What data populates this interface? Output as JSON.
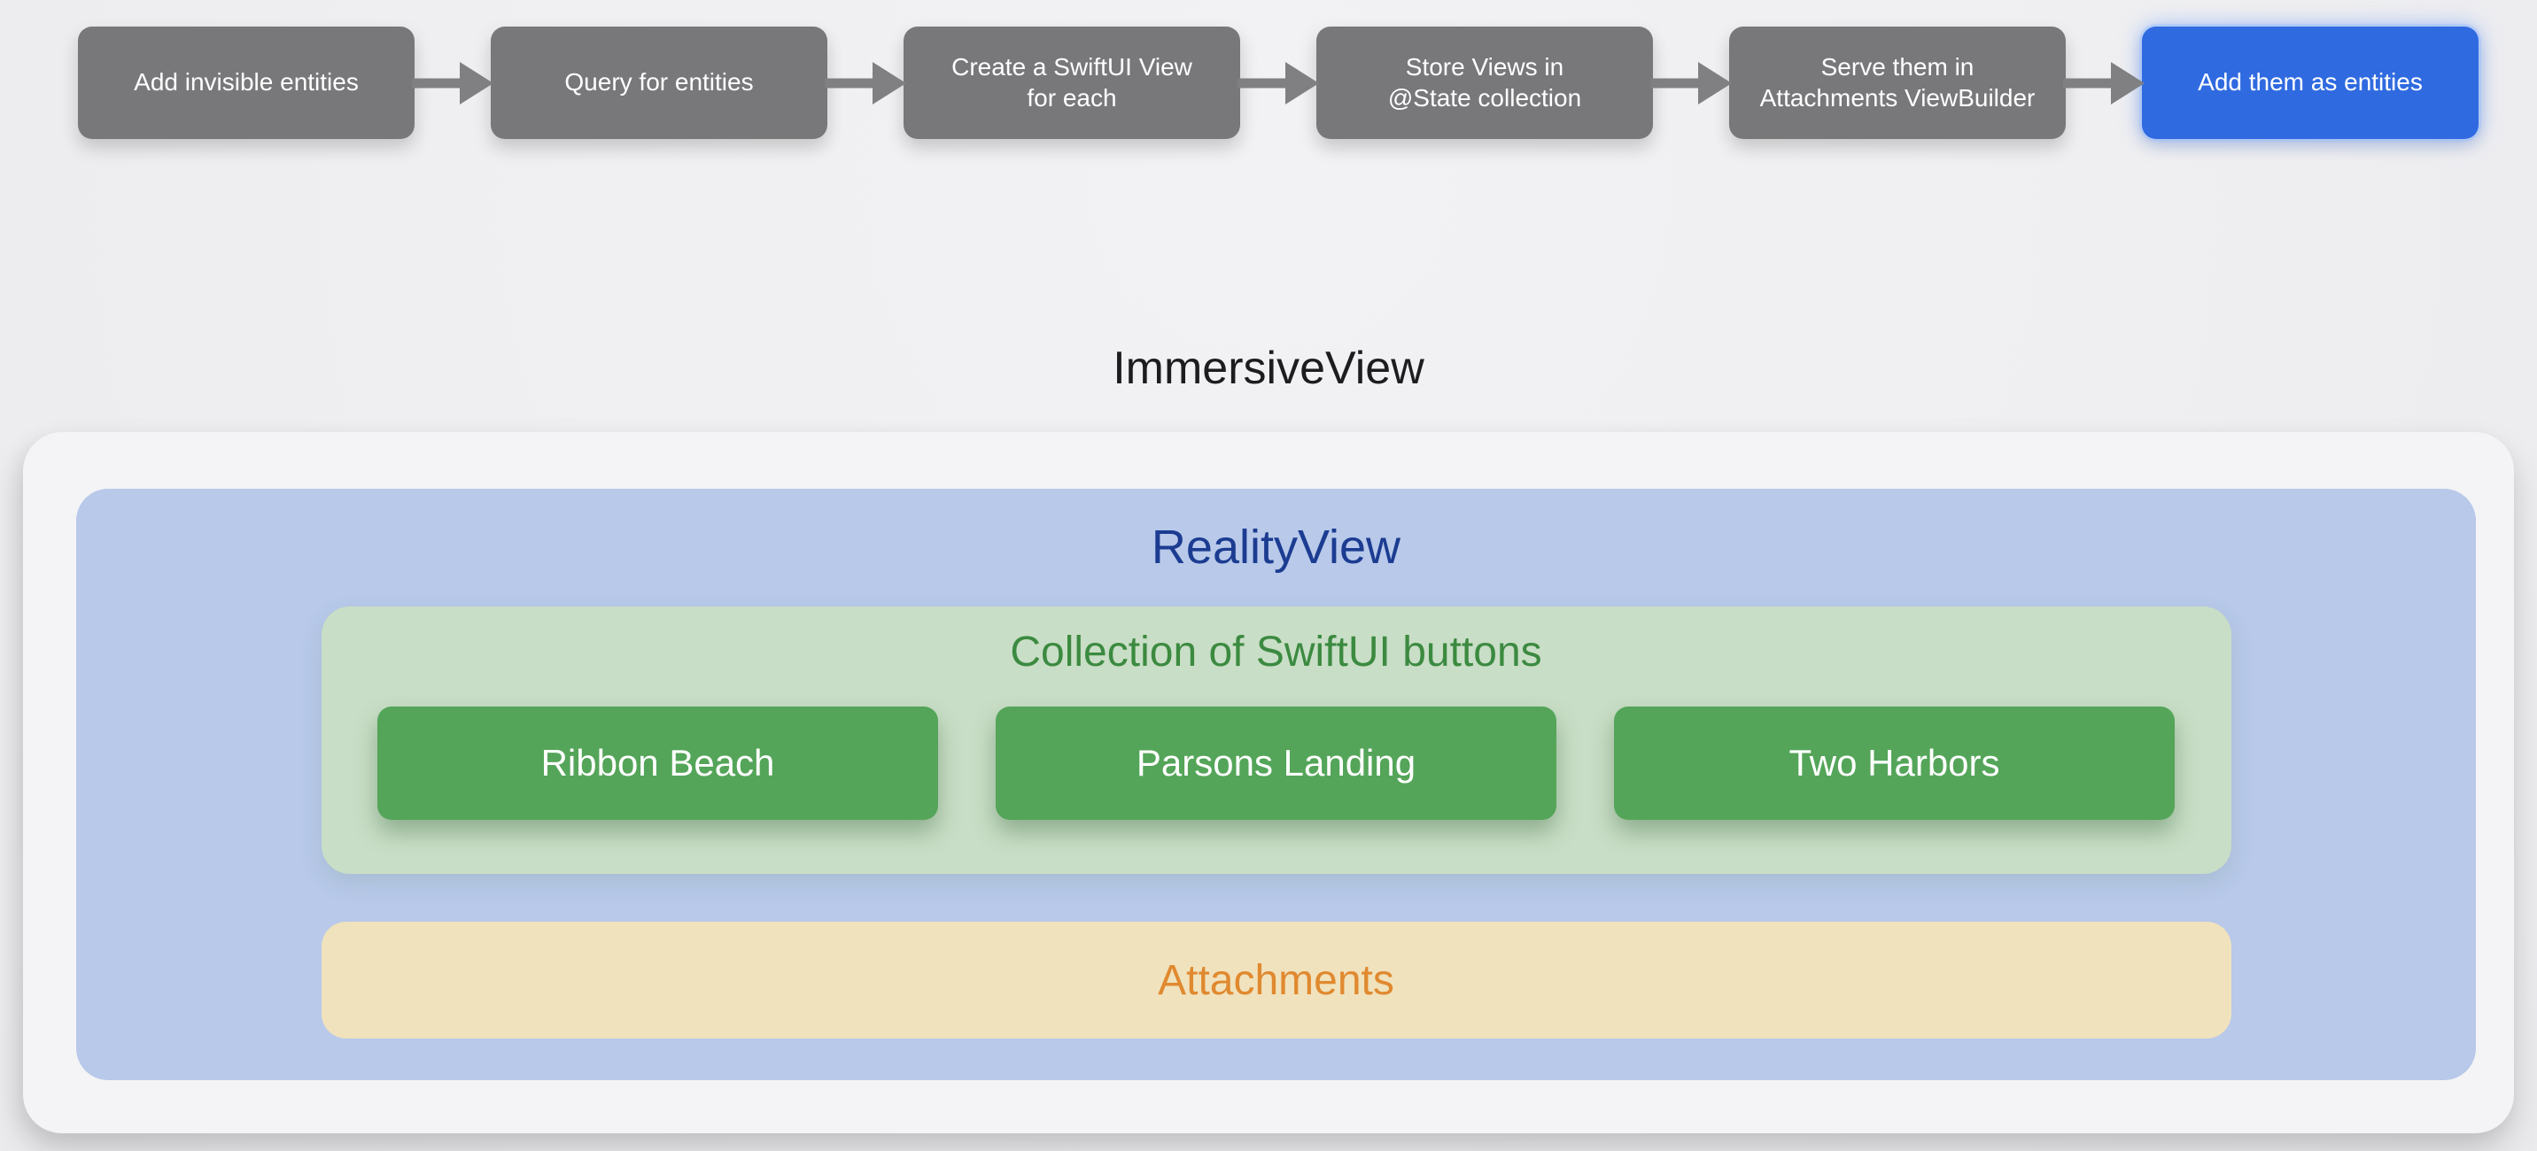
{
  "flow": {
    "steps": [
      {
        "label": "Add invisible entities"
      },
      {
        "label": "Query for entities"
      },
      {
        "label": "Create a SwiftUI View\nfor each"
      },
      {
        "label": "Store Views in\n@State collection"
      },
      {
        "label": "Serve them in\nAttachments ViewBuilder"
      },
      {
        "label": "Add them as entities"
      }
    ]
  },
  "diagram": {
    "title": "ImmersiveView",
    "reality_view_label": "RealityView",
    "buttons_section_title": "Collection of SwiftUI buttons",
    "buttons": [
      "Ribbon Beach",
      "Parsons Landing",
      "Two Harbors"
    ],
    "attachments_label": "Attachments"
  },
  "colors": {
    "step_gray": "#78787b",
    "step_highlight_blue": "#2f6ae0",
    "arrow_gray": "#808083",
    "reality_view_bg": "#b8c9ea",
    "reality_view_text": "#1b3c91",
    "buttons_panel_bg": "#c9dec6",
    "buttons_panel_text": "#3b8a40",
    "button_green": "#54a559",
    "attachments_bg": "#f0e2bc",
    "attachments_text": "#e0892f",
    "panel_bg": "#f4f4f6",
    "title_text": "#1d1d1f"
  }
}
